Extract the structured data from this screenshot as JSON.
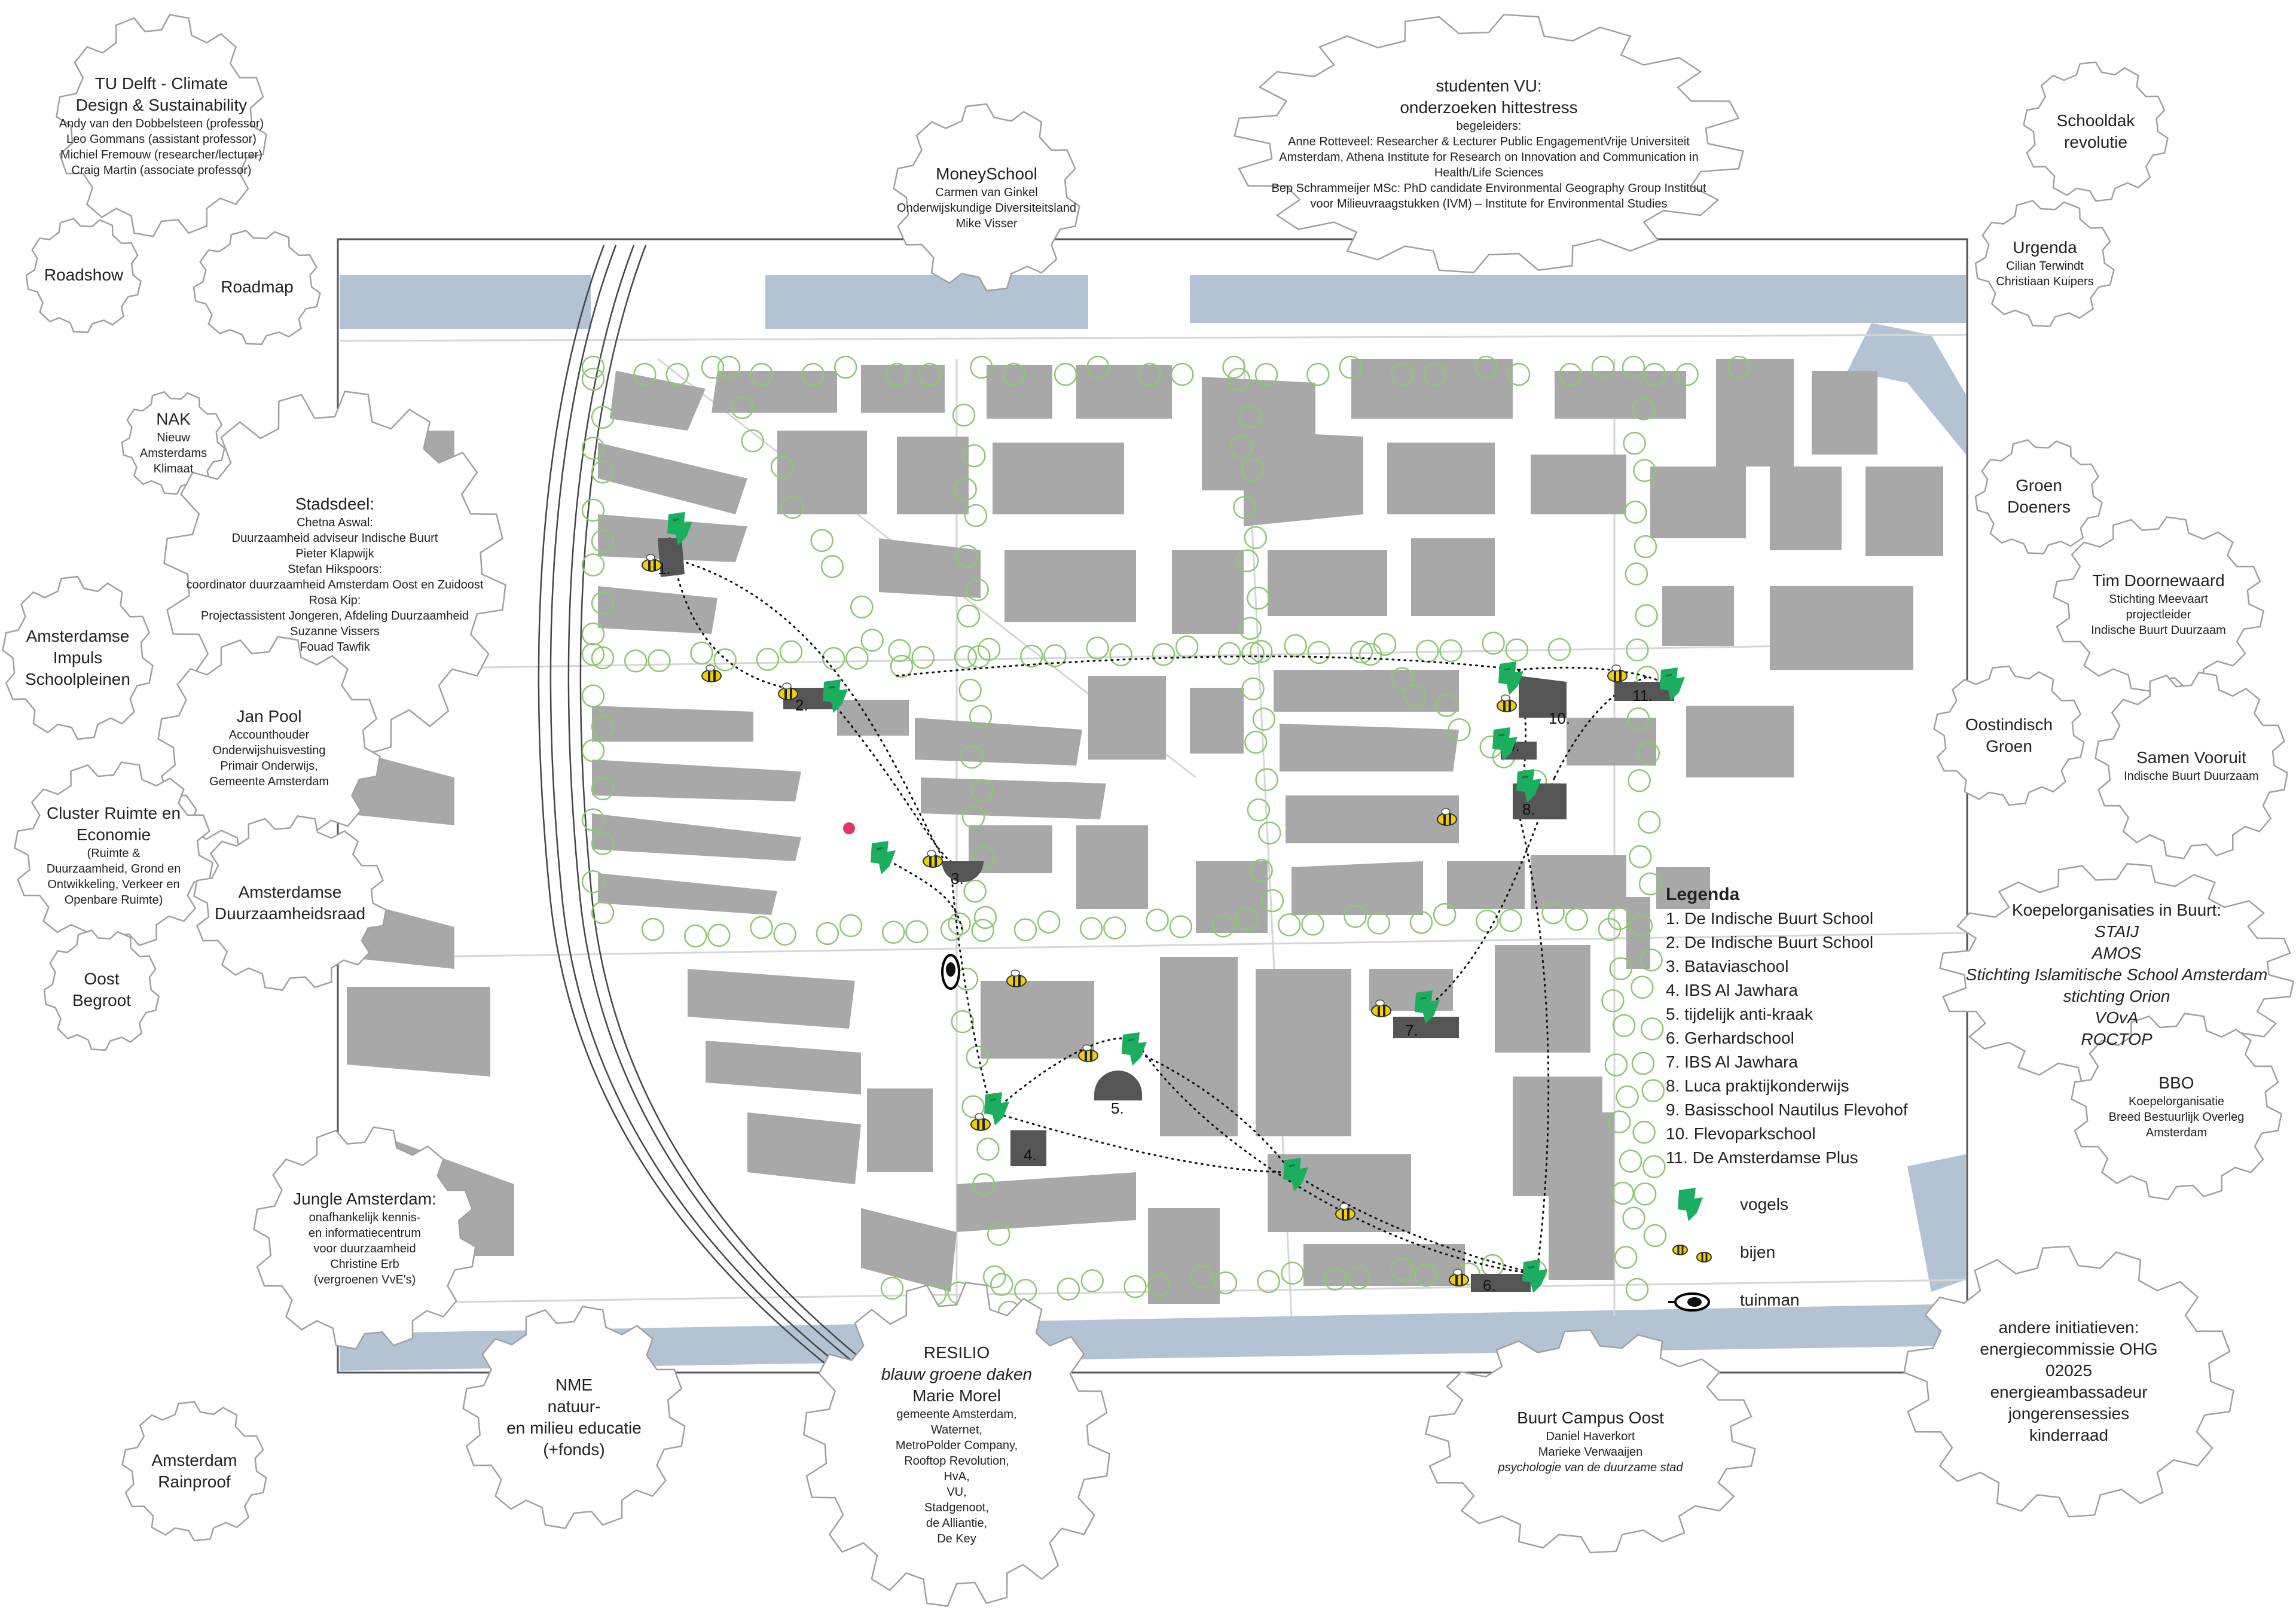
{
  "legend": {
    "title": "Legenda",
    "items": [
      "1. De Indische Buurt School",
      "2. De Indische Buurt School",
      "3. Bataviaschool",
      "4. IBS Al Jawhara",
      "5. tijdelijk anti-kraak",
      "6. Gerhardschool",
      "7. IBS Al Jawhara",
      "8. Luca praktijkonderwijs",
      "9. Basisschool Nautilus Flevohof",
      "10. Flevoparkschool",
      "11. De Amsterdamse Plus"
    ],
    "keys": {
      "birds": "vogels",
      "bees": "bijen",
      "gardener": "tuinman"
    }
  },
  "school_labels": [
    "1.",
    "2.",
    "3.",
    "4.",
    "5.",
    "6.",
    "7.",
    "8.",
    "9.",
    "10.",
    "11."
  ],
  "gears": [
    {
      "id": "tudelft",
      "title": [
        "TU Delft - Climate",
        "Design & Sustainability"
      ],
      "lines": [
        "Andy van den Dobbelsteen (professor)",
        "Leo Gommans (assistant professor)",
        "Michiel Fremouw (researcher/lecturer)",
        "Craig Martin (associate professor)"
      ]
    },
    {
      "id": "roadshow",
      "title": [
        "Roadshow"
      ],
      "lines": []
    },
    {
      "id": "roadmap",
      "title": [
        "Roadmap"
      ],
      "lines": []
    },
    {
      "id": "moneyschool",
      "title": [
        "MoneySchool"
      ],
      "lines": [
        "Carmen van Ginkel",
        "Onderwijskundige Diversiteitsland",
        "Mike Visser"
      ]
    },
    {
      "id": "studentenvu",
      "title": [
        "studenten VU:",
        "onderzoeken hittestress"
      ],
      "lines": [
        "begeleiders:",
        "Anne Rotteveel: Researcher & Lecturer Public EngagementVrije Universiteit",
        "Amsterdam, Athena Institute for Research on Innovation and Communication in",
        "Health/Life Sciences",
        "Bep Schrammeijer MSc: PhD candidate Environmental Geography Group  Instituut",
        "voor Milieuvraagstukken (IVM) – Institute for Environmental Studies"
      ]
    },
    {
      "id": "schooldak",
      "title": [
        "Schooldak",
        "revolutie"
      ],
      "lines": []
    },
    {
      "id": "urgenda",
      "title": [
        "Urgenda"
      ],
      "lines": [
        "Cilian Terwindt",
        "Christiaan Kuipers"
      ]
    },
    {
      "id": "nak",
      "title": [
        "NAK"
      ],
      "lines": [
        "Nieuw",
        "Amsterdams",
        "Klimaat"
      ]
    },
    {
      "id": "stadsdeel",
      "title": [
        "Stadsdeel:"
      ],
      "lines": [
        "Chetna Aswal:",
        "Duurzaamheid adviseur Indische Buurt",
        "Pieter Klapwijk",
        "Stefan Hikspoors:",
        "coordinator duurzaamheid Amsterdam Oost en Zuidoost",
        "Rosa Kip:",
        "Projectassistent Jongeren, Afdeling Duurzaamheid",
        "Suzanne Vissers",
        "Fouad Tawfik"
      ]
    },
    {
      "id": "groendoeners",
      "title": [
        "Groen",
        "Doeners"
      ],
      "lines": []
    },
    {
      "id": "timdoornewaard",
      "title": [
        "Tim Doornewaard"
      ],
      "lines": [
        "Stichting Meevaart",
        "projectleider",
        "Indische Buurt Duurzaam"
      ]
    },
    {
      "id": "impuls",
      "title": [
        "Amsterdamse",
        "Impuls",
        "Schoolpleinen"
      ],
      "lines": []
    },
    {
      "id": "janpool",
      "title": [
        "Jan Pool"
      ],
      "lines": [
        "Accounthouder",
        "Onderwijshuisvesting",
        "Primair Onderwijs,",
        "Gemeente Amsterdam"
      ]
    },
    {
      "id": "oostindisch",
      "title": [
        "Oostindisch",
        "Groen"
      ],
      "lines": []
    },
    {
      "id": "samenvooruit",
      "title": [
        "Samen Vooruit"
      ],
      "lines": [
        "Indische Buurt Duurzaam"
      ]
    },
    {
      "id": "cluster",
      "title": [
        "Cluster Ruimte en",
        "Economie"
      ],
      "lines": [
        "(Ruimte &",
        "Duurzaamheid, Grond en",
        "Ontwikkeling, Verkeer en",
        "Openbare Ruimte)"
      ]
    },
    {
      "id": "duurzaamheidsraad",
      "title": [
        "Amsterdamse",
        "Duurzaamheidsraad"
      ],
      "lines": []
    },
    {
      "id": "oostbegroot",
      "title": [
        "Oost",
        "Begroot"
      ],
      "lines": []
    },
    {
      "id": "koepel",
      "title": [
        "Koepelorganisaties in Buurt:"
      ],
      "lines": [
        "STAIJ",
        "AMOS",
        "Stichting Islamitische School Amsterdam",
        "stichting Orion",
        "VOvA",
        "ROCTOP"
      ]
    },
    {
      "id": "bbo",
      "title": [
        "BBO"
      ],
      "lines": [
        "Koepelorganisatie",
        "Breed Bestuurlijk Overleg",
        "Amsterdam"
      ]
    },
    {
      "id": "jungle",
      "title": [
        "Jungle Amsterdam:"
      ],
      "lines": [
        "onafhankelijk kennis-",
        "en informatiecentrum",
        "voor duurzaamheid",
        "Christine Erb",
        "(vergroenen VvE's)"
      ]
    },
    {
      "id": "andere",
      "title": [
        "andere initiatieven:",
        "energiecommissie OHG",
        "02025",
        "energieambassadeur",
        "jongerensessies",
        "kinderraad"
      ],
      "lines": []
    },
    {
      "id": "nme",
      "title": [
        "NME",
        "natuur-",
        "en milieu educatie",
        "(+fonds)"
      ],
      "lines": []
    },
    {
      "id": "resilio",
      "title": [
        "RESILIO",
        "blauw groene daken",
        "Marie Morel"
      ],
      "lines": [
        "gemeente Amsterdam,",
        "Waternet,",
        "MetroPolder Company,",
        "Rooftop Revolution,",
        "HvA,",
        "VU,",
        "Stadgenoot,",
        "de Alliantie,",
        "De Key"
      ]
    },
    {
      "id": "buurtcampus",
      "title": [
        "Buurt Campus Oost"
      ],
      "lines": [
        "Daniel Haverkort",
        "Marieke Verwaaijen",
        "psychologie van de duurzame stad"
      ]
    },
    {
      "id": "rainproof",
      "title": [
        "Amsterdam",
        "Rainproof"
      ],
      "lines": []
    }
  ],
  "colors": {
    "building": "#a8a8a8",
    "school": "#555555",
    "water": "#b4c3d4",
    "tree": "#8cc870",
    "bird": "#1bae5e",
    "bee": "#f0d000",
    "path": "#111111",
    "marker": "#e8336a",
    "gear_stroke": "#a0a0a0"
  },
  "icons": [
    "bird-icon",
    "bee-icon",
    "gardener-icon"
  ]
}
